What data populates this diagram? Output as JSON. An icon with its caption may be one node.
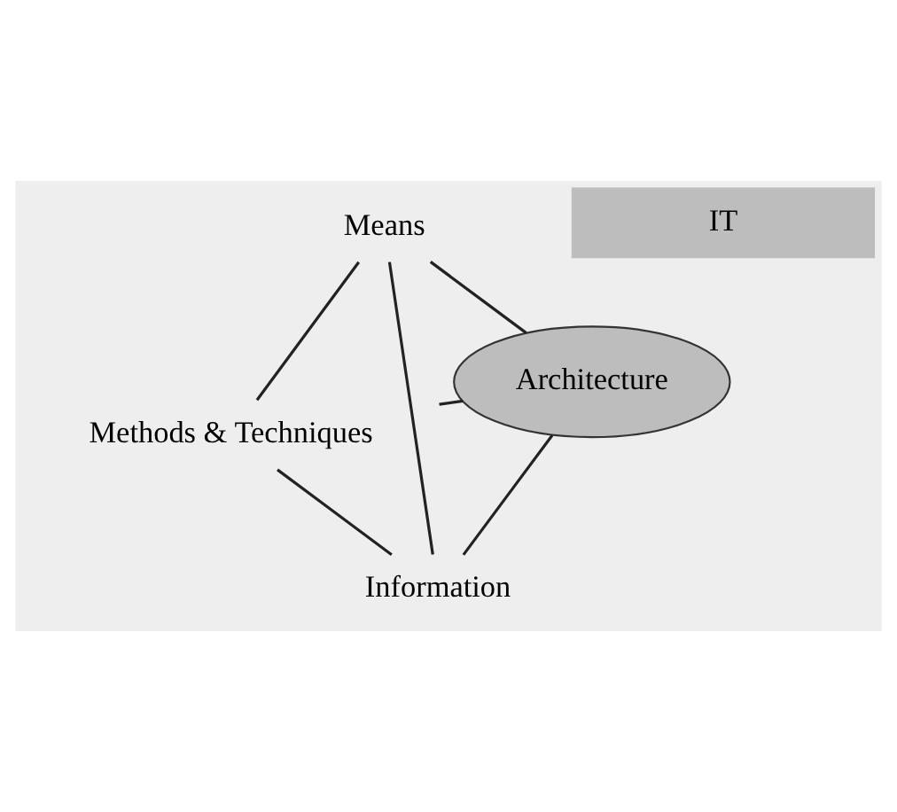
{
  "diagram": {
    "nodes": [
      {
        "text": [
          "Methods & Techniques"
        ]
      },
      {
        "text": [
          "Architecture"
        ]
      },
      {
        "text": [
          "Information"
        ]
      },
      {
        "text": [
          "Means"
        ]
      },
      {
        "text": [
          "IT"
        ]
      }
    ],
    "edges": [
      {
        "from": 0,
        "to": 2,
        "arrow": "none"
      },
      {
        "from": 0,
        "to": 3,
        "arrow": "none"
      },
      {
        "from": 2,
        "to": 3,
        "arrow": "none"
      },
      {
        "from": 1,
        "to": 0,
        "arrow": "none"
      },
      {
        "from": 1,
        "to": 2,
        "arrow": "none"
      },
      {
        "from": 1,
        "to": 3,
        "arrow": "none"
      }
    ]
  }
}
